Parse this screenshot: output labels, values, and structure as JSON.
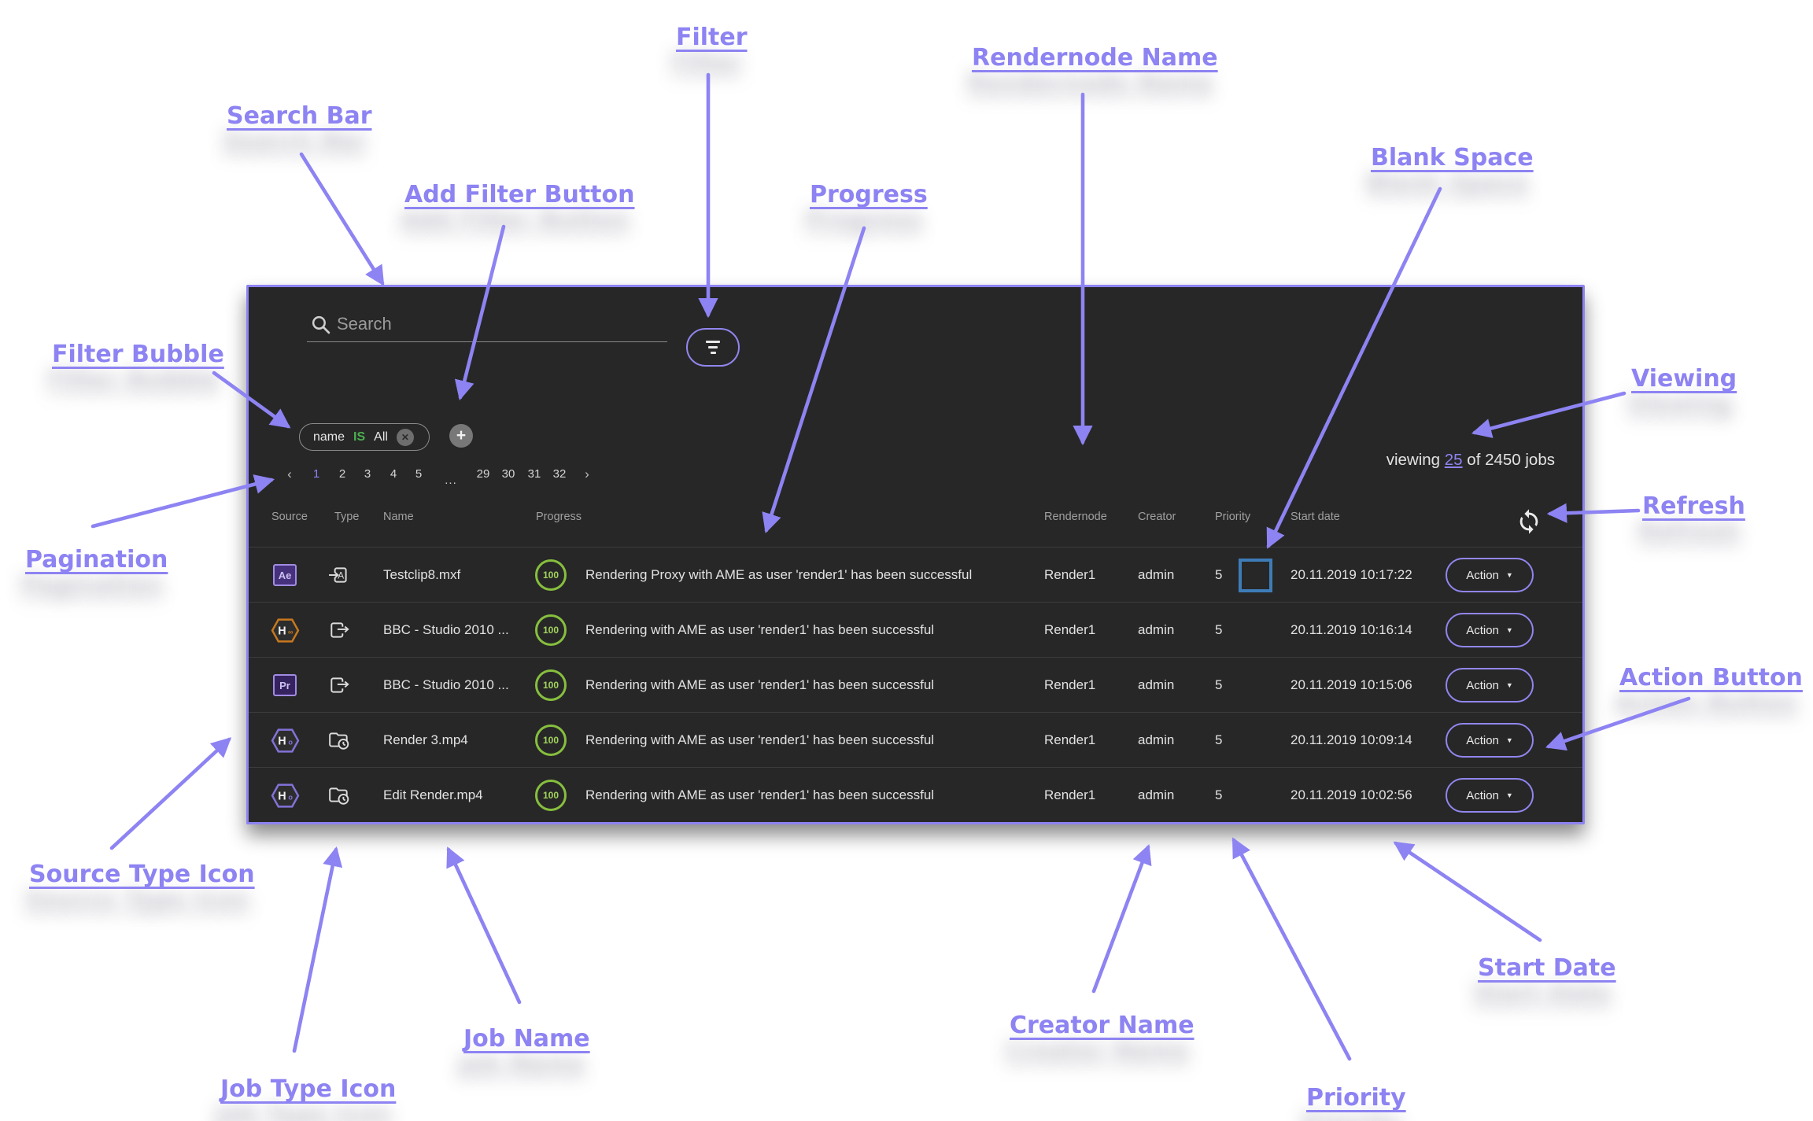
{
  "annotations": {
    "filter": "Filter",
    "rendernode_name": "Rendernode Name",
    "search_bar": "Search Bar",
    "add_filter_button": "Add Filter Button",
    "progress": "Progress",
    "blank_space": "Blank Space",
    "filter_bubble": "Filter Bubble",
    "viewing": "Viewing",
    "refresh": "Refresh",
    "pagination": "Pagination",
    "action_button": "Action Button",
    "source_type_icon": "Source Type Icon",
    "job_type_icon": "Job Type Icon",
    "job_name": "Job Name",
    "creator_name": "Creator Name",
    "priority": "Priority",
    "start_date": "Start Date"
  },
  "panel": {
    "search": {
      "placeholder": "Search",
      "icon": "magnifier-icon"
    },
    "filter_button_icon": "filter-lines-icon",
    "filter_chip": {
      "field": "name",
      "operator": "IS",
      "value": "All",
      "close_icon": "close-x-icon",
      "close_glyph": "✕"
    },
    "add_filter_glyph": "+",
    "pagination": {
      "prev": "‹",
      "pages_left": [
        "1",
        "2",
        "3",
        "4",
        "5"
      ],
      "ellipsis": "...",
      "pages_right": [
        "29",
        "30",
        "31",
        "32"
      ],
      "next": "›",
      "active_page": "1"
    },
    "viewing": {
      "prefix": "viewing ",
      "link": "25",
      "suffix": " of 2450 jobs"
    },
    "headers": [
      "Source",
      "Type",
      "Name",
      "Progress",
      "Rendernode",
      "Creator",
      "Priority",
      "Start date"
    ],
    "action_label": "Action",
    "action_caret": "▼",
    "rows": [
      {
        "source_icon": "after-effects-icon",
        "source_label": "Ae",
        "source_suffix": "",
        "type_icon": "ame-render-icon",
        "type_letter": "A",
        "name": "Testclip8.mxf",
        "progress": "100",
        "status": "Rendering Proxy with AME as user 'render1' has been successful",
        "rendernode": "Render1",
        "creator": "admin",
        "priority": "5",
        "start_date": "20.11.2019 10:17:22",
        "blank_space_highlight": true
      },
      {
        "source_icon": "helmut-io-hexagon-icon",
        "source_label": "H",
        "source_suffix": "∞",
        "type_icon": "export-icon",
        "type_letter": "",
        "name": "BBC - Studio 2010 ...",
        "progress": "100",
        "status": "Rendering with AME as user 'render1' has been successful",
        "rendernode": "Render1",
        "creator": "admin",
        "priority": "5",
        "start_date": "20.11.2019 10:16:14",
        "blank_space_highlight": false
      },
      {
        "source_icon": "premiere-icon",
        "source_label": "Pr",
        "source_suffix": "",
        "type_icon": "export-icon",
        "type_letter": "",
        "name": "BBC - Studio 2010 ...",
        "progress": "100",
        "status": "Rendering with AME as user 'render1' has been successful",
        "rendernode": "Render1",
        "creator": "admin",
        "priority": "5",
        "start_date": "20.11.2019 10:15:06",
        "blank_space_highlight": false
      },
      {
        "source_icon": "helmut-hexagon-icon",
        "source_label": "H",
        "source_suffix": "o",
        "type_icon": "watchfolder-clock-icon",
        "type_letter": "",
        "name": "Render 3.mp4",
        "progress": "100",
        "status": "Rendering with AME as user 'render1' has been successful",
        "rendernode": "Render1",
        "creator": "admin",
        "priority": "5",
        "start_date": "20.11.2019 10:09:14",
        "blank_space_highlight": false
      },
      {
        "source_icon": "helmut-hexagon-icon",
        "source_label": "H",
        "source_suffix": "o",
        "type_icon": "watchfolder-clock-icon",
        "type_letter": "",
        "name": "Edit Render.mp4",
        "progress": "100",
        "status": "Rendering with AME as user 'render1' has been successful",
        "rendernode": "Render1",
        "creator": "admin",
        "priority": "5",
        "start_date": "20.11.2019 10:02:56",
        "blank_space_highlight": false
      }
    ]
  },
  "colors": {
    "annotation_purple": "#8d83f2",
    "panel_background": "#272727",
    "panel_border": "#8d83f2",
    "progress_green": "#86bf3e",
    "chip_operator_green": "#4caf50",
    "blank_space_blue": "#3e7cb8",
    "hexagon_orange": "#c8781f",
    "hexagon_purple": "#8273d8"
  }
}
